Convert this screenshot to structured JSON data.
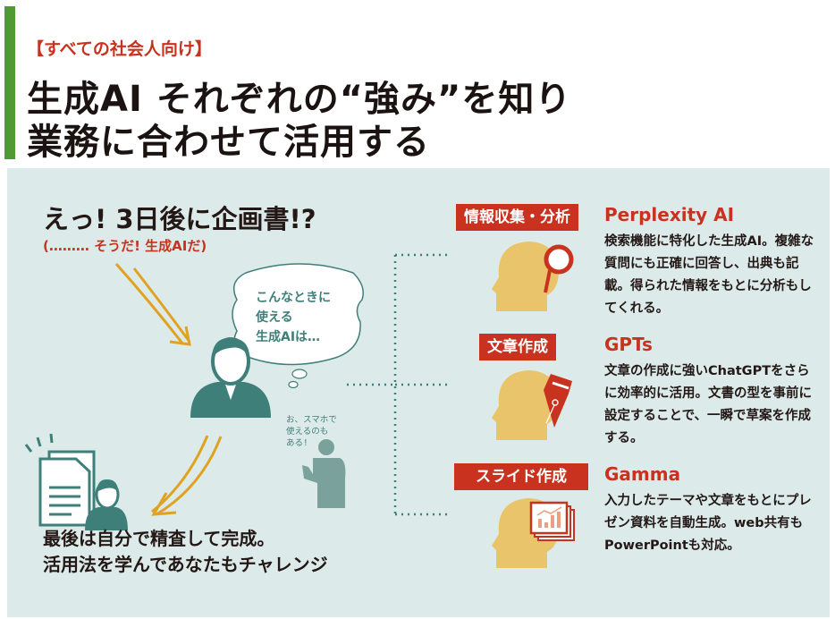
{
  "header": {
    "eyebrow": "【すべての社会人向け】",
    "title_line1": "生成AI それぞれの“強み”を知り",
    "title_line2": "業務に合わせて活用する"
  },
  "story": {
    "headline": "えっ! 3日後に企画書!?",
    "subline": "(……… そうだ! 生成AIだ)",
    "thought_bubble": [
      "こんなときに",
      "使える",
      "生成AIは…"
    ],
    "smartphone_note": [
      "お、スマホで",
      "使えるのも",
      "ある!"
    ],
    "conclusion": [
      "最後は自分で精査して完成。",
      "活用法を学んであなたもチャレンジ"
    ]
  },
  "tools": [
    {
      "category": "情報収集・分析",
      "name": "Perplexity AI",
      "description": "検索機能に特化した生成AI。複雑な質問にも正確に回答し、出典も記載。得られた情報をもとに分析もしてくれる。",
      "icon": "magnifier-icon"
    },
    {
      "category": "文章作成",
      "name": "GPTs",
      "description": "文章の作成に強いChatGPTをさらに効率的に活用。文書の型を事前に設定することで、一瞬で草案を作成する。",
      "icon": "pen-nib-icon"
    },
    {
      "category": "スライド作成",
      "name": "Gamma",
      "description": "入力したテーマや文章をもとにプレゼン資料を自動生成。web共有もPowerPointも対応。",
      "icon": "slides-chart-icon"
    }
  ],
  "colors": {
    "accent_red": "#c8321f",
    "green_bar": "#4f9a32",
    "teal": "#3f7f79",
    "panel": "#dcebea",
    "head": "#eac46a",
    "arrow": "#e0a222"
  }
}
